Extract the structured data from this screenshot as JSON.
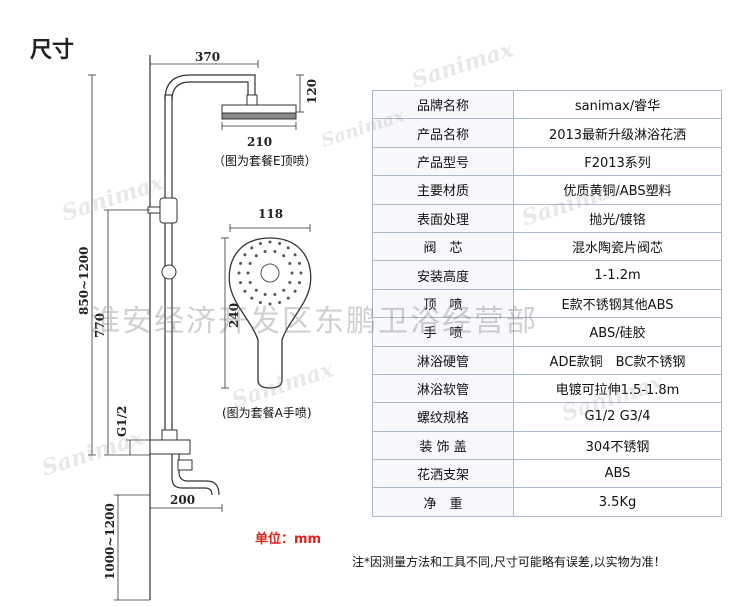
{
  "page": {
    "title": "尺寸"
  },
  "drawing": {
    "dims": {
      "top_reach": "370",
      "head_height": "120",
      "head_width": "210",
      "install_height": "850~1200",
      "bar_height": "770",
      "thread": "G1/2",
      "spout_reach": "200",
      "spout_height": "1000~1200",
      "hand_width": "118",
      "hand_length": "240"
    },
    "captions": {
      "top_shower": "（图为套餐E顶喷）",
      "hand_shower": "(图为套餐A手喷)"
    },
    "unit": "单位：mm"
  },
  "spec_table": [
    {
      "label": "品牌名称",
      "value": "sanimax/睿华"
    },
    {
      "label": "产品名称",
      "value": "2013最新升级淋浴花洒"
    },
    {
      "label": "产品型号",
      "value": "F2013系列"
    },
    {
      "label": "主要材质",
      "value": "优质黄铜/ABS塑料"
    },
    {
      "label": "表面处理",
      "value": "抛光/镀铬"
    },
    {
      "label": "阀　芯",
      "value": "混水陶瓷片阀芯"
    },
    {
      "label": "安装高度",
      "value": "1-1.2m"
    },
    {
      "label": "顶　喷",
      "value": "E款不锈钢其他ABS"
    },
    {
      "label": "手　喷",
      "value": "ABS/硅胶"
    },
    {
      "label": "淋浴硬管",
      "value": "ADE款铜　BC款不锈钢"
    },
    {
      "label": "淋浴软管",
      "value": "电镀可拉伸1.5-1.8m"
    },
    {
      "label": "螺纹规格",
      "value": "G1/2  G3/4"
    },
    {
      "label": "装 饰 盖",
      "value": "304不锈钢"
    },
    {
      "label": "花洒支架",
      "value": "ABS"
    },
    {
      "label": "净　重",
      "value": "3.5Kg"
    }
  ],
  "note": "注*因测量方法和工具不同,尺寸可能略有误差,以实物为准！",
  "watermarks": {
    "brand": "Sanimax",
    "shop": "淮安经济开发区东鹏卫浴经营部"
  }
}
